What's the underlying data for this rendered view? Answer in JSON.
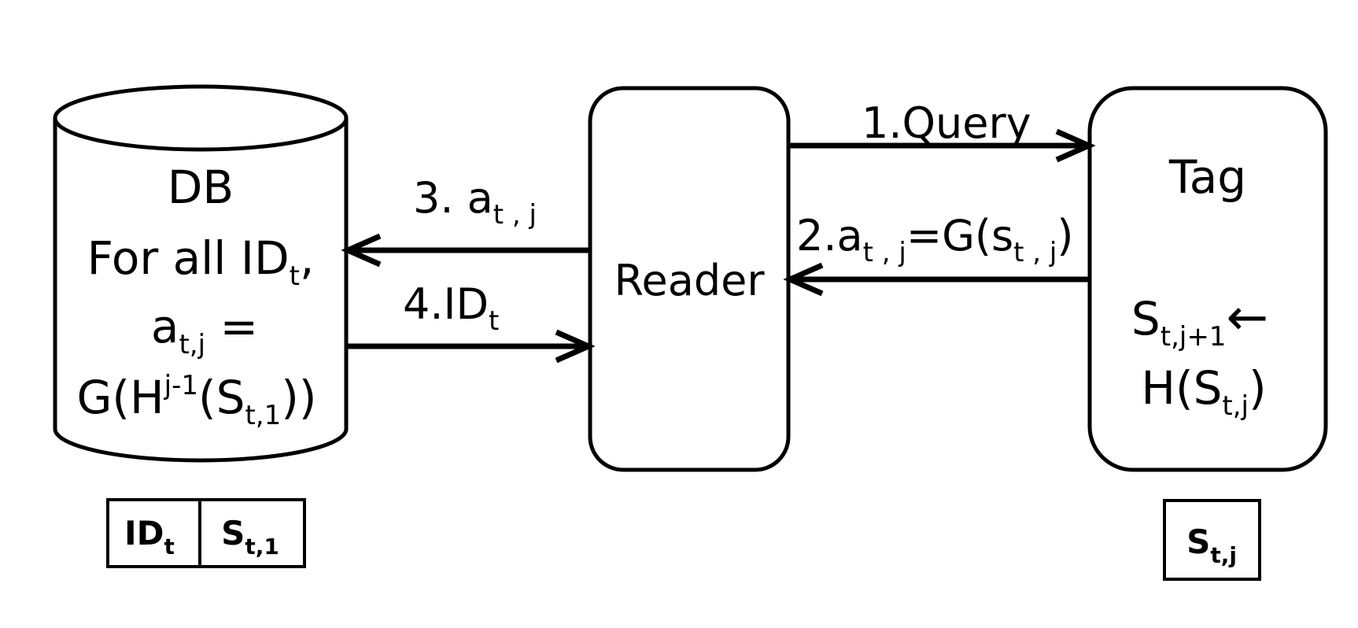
{
  "db": {
    "title": "DB",
    "line1_main": "For all ID",
    "line1_sub": "t",
    "line1_tail": ",",
    "line2_main": "a",
    "line2_sub": "t,j",
    "line2_tail": " =",
    "line3_a": "G(H",
    "line3_sup": "j-1",
    "line3_b": "(S",
    "line3_sub": "t,1",
    "line3_c": "))",
    "storage": [
      {
        "main": "ID",
        "sub": "t"
      },
      {
        "main": "S",
        "sub": "t,1"
      }
    ]
  },
  "reader": {
    "label": "Reader"
  },
  "tag": {
    "title": "Tag",
    "upd1_main": "S",
    "upd1_sub": "t,j+1",
    "upd1_arrow": "←",
    "upd2_a": "H(S",
    "upd2_sub": "t,j",
    "upd2_b": ")",
    "storage": {
      "main": "S",
      "sub": "t,j"
    }
  },
  "messages": {
    "m1": "1.Query",
    "m2_a": "2.a",
    "m2_sub1": "t , j",
    "m2_b": "=G(s",
    "m2_sub2": "t , j",
    "m2_c": ")",
    "m3_a": "3. a",
    "m3_sub": "t , j",
    "m4_a": "4.ID",
    "m4_sub": "t"
  }
}
